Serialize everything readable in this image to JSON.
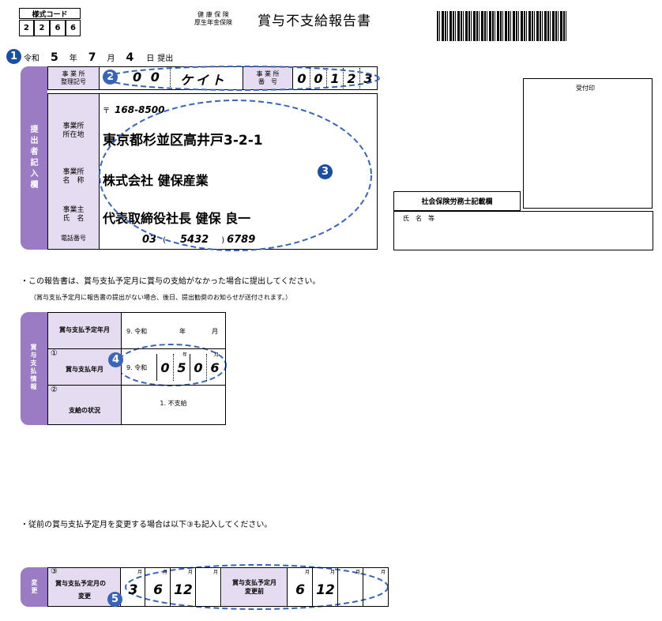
{
  "form_code": {
    "label": "様式コード",
    "digits": [
      "2",
      "2",
      "6",
      "6"
    ]
  },
  "insurance": {
    "line1": "健 康 保 険",
    "line2": "厚生年金保険"
  },
  "title": "賞与不支給報告書",
  "submit_date": {
    "era": "令和",
    "year": "5",
    "year_unit": "年",
    "month": "7",
    "month_unit": "月",
    "day": "4",
    "day_unit": "日",
    "suffix": "提出"
  },
  "office": {
    "ref_label_1": "事 業 所",
    "ref_label_2": "整理記号",
    "ref_value_1": "0 0",
    "ref_value_2": "ケイト",
    "num_label_1": "事 業 所",
    "num_label_2": "番　号",
    "num_digits": [
      "0",
      "0",
      "1",
      "2",
      "3"
    ]
  },
  "submitter": {
    "side_label": "提出者記入欄",
    "postal_mark": "〒",
    "postal_code": "168-8500",
    "address_label_1": "事業所",
    "address_label_2": "所在地",
    "address": "東京都杉並区高井戸3-2-1",
    "name_label_1": "事業所",
    "name_label_2": "名　称",
    "name": "株式会社 健保産業",
    "owner_label_1": "事業主",
    "owner_label_2": "氏　名",
    "owner": "代表取締役社長 健保 良一",
    "phone_label": "電話番号",
    "phone_area": "03",
    "phone_mid": "5432",
    "phone_end": "6789"
  },
  "reception": {
    "label": "受付印"
  },
  "sharoushi": {
    "label": "社会保険労務士記載欄",
    "name_label": "氏　名　等"
  },
  "notes": {
    "note1": "・この報告書は、賞与支払予定月に賞与の支給がなかった場合に提出してください。",
    "note2": "（賞与支払予定月に報告書の提出がない場合、後日、提出勧奨のお知らせが送付されます。）",
    "note3": "・従前の賞与支払予定月を変更する場合は以下③も記入してください。"
  },
  "payment": {
    "side_label": "賞与支払情報",
    "planned_label": "賞与支払予定年月",
    "planned_era": "9. 令和",
    "year_unit": "年",
    "month_unit": "月",
    "row1_num": "①",
    "paid_label": "賞与支払年月",
    "paid_era": "9. 令和",
    "paid_digits": [
      "0",
      "5",
      "0",
      "6"
    ],
    "row2_num": "②",
    "status_label": "支給の状況",
    "status_value": "1. 不支給"
  },
  "change": {
    "side_label": "変更",
    "row_num": "③",
    "label_1": "賞与支払予定月の",
    "label_2": "変更",
    "month_unit": "月",
    "months": [
      "3",
      "6",
      "12",
      ""
    ],
    "before_label_1": "賞与支払予定月",
    "before_label_2": "変更前",
    "before_months": [
      "6",
      "12",
      "",
      ""
    ]
  },
  "badges": [
    "1",
    "2",
    "3",
    "4",
    "5"
  ],
  "colors": {
    "lavender": "#e6dcf2",
    "purple": "#9b7bc3",
    "badge": "#1a4fa0",
    "dash": "#3a64b5"
  }
}
